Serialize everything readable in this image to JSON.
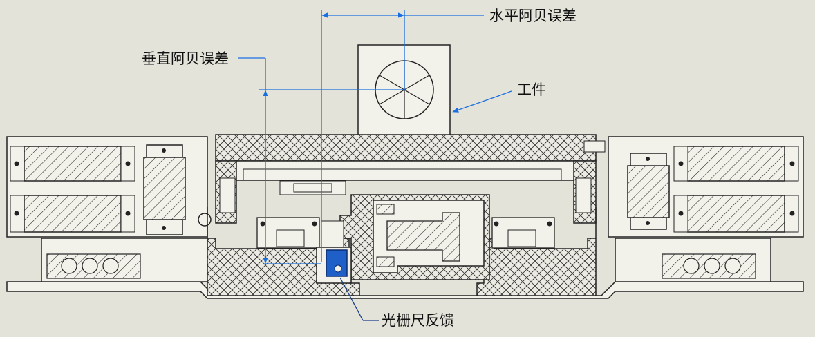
{
  "labels": {
    "horizontal_abbe_error": "水平阿贝误差",
    "vertical_abbe_error": "垂直阿贝误差",
    "workpiece": "工件",
    "grating_scale_feedback": "光栅尺反馈"
  },
  "colors": {
    "background": "#e4e3da",
    "line": "#1c1c1c",
    "dimension": "#1a6fe0",
    "scale_head": "#1e5fc8"
  }
}
